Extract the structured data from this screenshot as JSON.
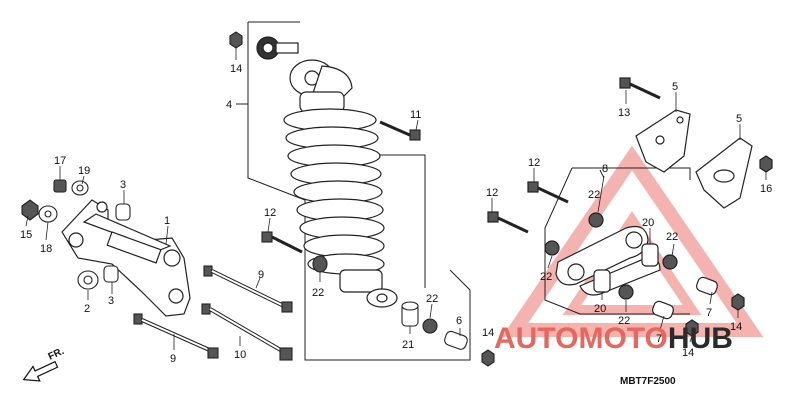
{
  "diagram": {
    "part_code": "MBT7F2500",
    "front_label": "FR.",
    "callouts": [
      {
        "id": "c14a",
        "text": "14"
      },
      {
        "id": "c4",
        "text": "4"
      },
      {
        "id": "c11",
        "text": "11"
      },
      {
        "id": "c13",
        "text": "13"
      },
      {
        "id": "c5a",
        "text": "5"
      },
      {
        "id": "c5b",
        "text": "5"
      },
      {
        "id": "c17",
        "text": "17"
      },
      {
        "id": "c19",
        "text": "19"
      },
      {
        "id": "c3a",
        "text": "3"
      },
      {
        "id": "c15",
        "text": "15"
      },
      {
        "id": "c18",
        "text": "18"
      },
      {
        "id": "c1",
        "text": "1"
      },
      {
        "id": "c12a",
        "text": "12"
      },
      {
        "id": "c12b",
        "text": "12"
      },
      {
        "id": "c12c",
        "text": "12"
      },
      {
        "id": "c8",
        "text": "8"
      },
      {
        "id": "c22a",
        "text": "22"
      },
      {
        "id": "c16",
        "text": "16"
      },
      {
        "id": "c20a",
        "text": "20"
      },
      {
        "id": "c22b",
        "text": "22"
      },
      {
        "id": "c22c",
        "text": "22"
      },
      {
        "id": "c9a",
        "text": "9"
      },
      {
        "id": "c2",
        "text": "2"
      },
      {
        "id": "c3b",
        "text": "3"
      },
      {
        "id": "c22d",
        "text": "22"
      },
      {
        "id": "c22e",
        "text": "22"
      },
      {
        "id": "c6",
        "text": "6"
      },
      {
        "id": "c21",
        "text": "21"
      },
      {
        "id": "c20b",
        "text": "20"
      },
      {
        "id": "c22f",
        "text": "22"
      },
      {
        "id": "c7a",
        "text": "7"
      },
      {
        "id": "c14b",
        "text": "14"
      },
      {
        "id": "c7b",
        "text": "7"
      },
      {
        "id": "c14c",
        "text": "14"
      },
      {
        "id": "c14d",
        "text": "14"
      },
      {
        "id": "c9b",
        "text": "9"
      },
      {
        "id": "c10",
        "text": "10"
      }
    ]
  },
  "watermark": {
    "part1": "AUTOMOTO",
    "part2": "HUB",
    "color_accent": "#e8665e",
    "color_dark": "#2b2b2b"
  }
}
